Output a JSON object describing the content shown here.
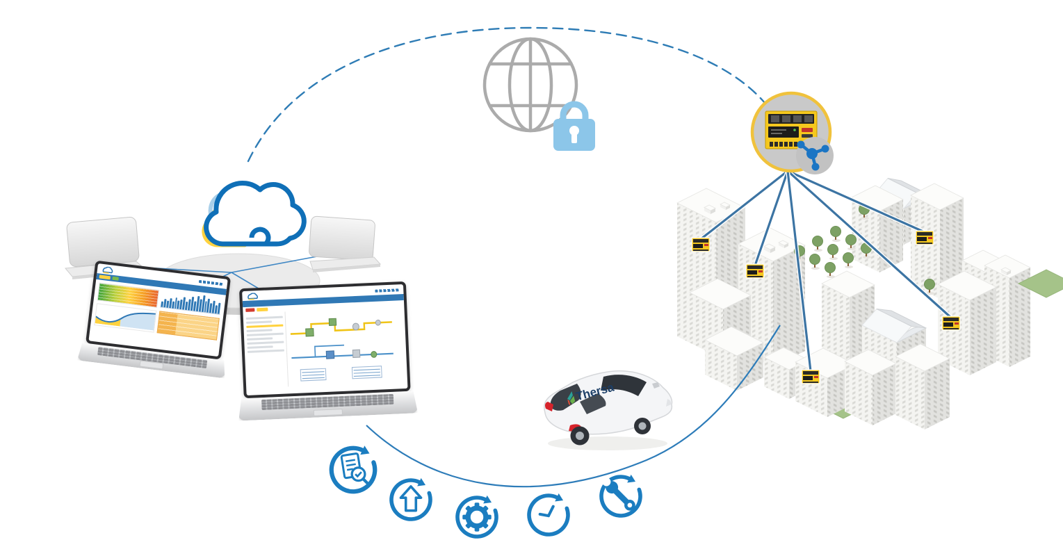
{
  "branding": {
    "car_label": "Thersa"
  },
  "colors": {
    "accent_blue": "#1b7dc0",
    "link_line_blue": "#3c74a3",
    "dashed_arc_blue": "#2e7cb5",
    "cloud_blue": "#0f6fb7",
    "cloud_light_blue": "#a9cfe9",
    "brand_yellow": "#ffd23f",
    "device_yellow": "#f5c81e",
    "padlock_blue": "#8cc6e9",
    "globe_gray": "#ababab",
    "city_green": "#a5c389"
  },
  "icons": {
    "globe": "internet-globe-icon",
    "padlock": "secure-lock-icon",
    "cloud": "cloud-icon",
    "network_nodes": "network-nodes-icon",
    "gateway": "gateway-controller-device",
    "process": [
      {
        "name": "report-check-icon"
      },
      {
        "name": "upload-arrow-icon"
      },
      {
        "name": "gear-icon"
      },
      {
        "name": "clock-icon"
      },
      {
        "name": "wrench-icon"
      }
    ]
  },
  "dashboard": {
    "bar_values": [
      4,
      6,
      5,
      7,
      5,
      8,
      6,
      7,
      9,
      6,
      8,
      10,
      7,
      11,
      9,
      12,
      8,
      10,
      7,
      9,
      6,
      8
    ]
  },
  "network": {
    "building_device_count": 5,
    "gateway_count": 1
  }
}
